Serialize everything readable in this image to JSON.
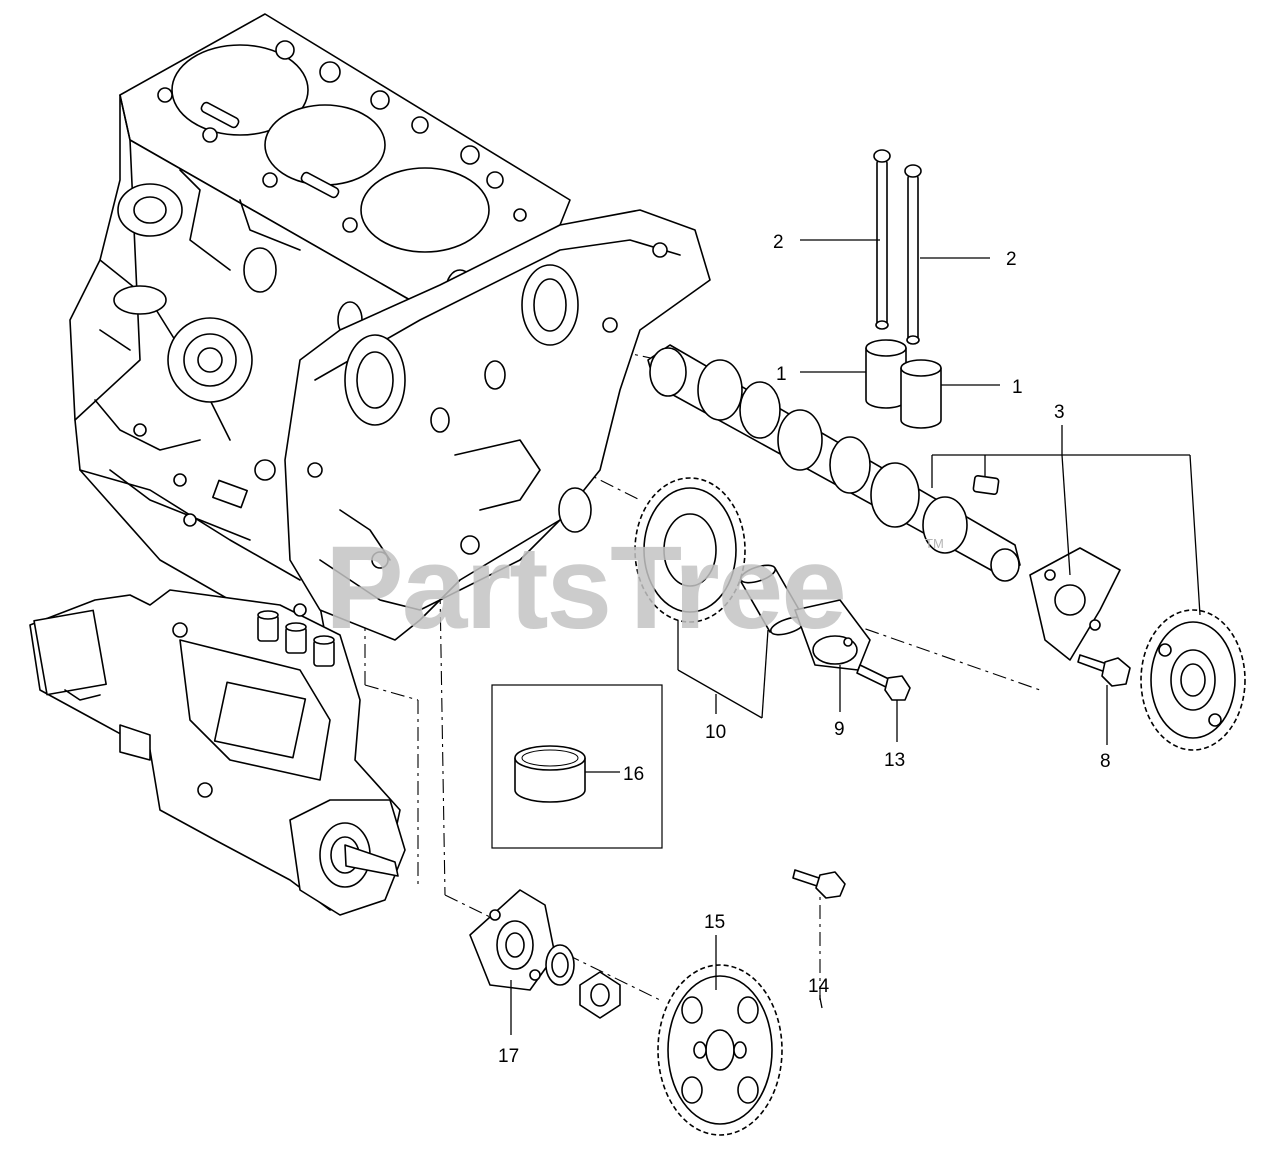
{
  "watermark": {
    "text": "PartsTree",
    "trademark": "TM"
  },
  "callouts": [
    {
      "id": "c1a",
      "label": "1"
    },
    {
      "id": "c1b",
      "label": "1"
    },
    {
      "id": "c2a",
      "label": "2"
    },
    {
      "id": "c2b",
      "label": "2"
    },
    {
      "id": "c3",
      "label": "3"
    },
    {
      "id": "c8",
      "label": "8"
    },
    {
      "id": "c9",
      "label": "9"
    },
    {
      "id": "c10",
      "label": "10"
    },
    {
      "id": "c13",
      "label": "13"
    },
    {
      "id": "c14",
      "label": "14"
    },
    {
      "id": "c15",
      "label": "15"
    },
    {
      "id": "c16",
      "label": "16"
    },
    {
      "id": "c17",
      "label": "17"
    }
  ]
}
